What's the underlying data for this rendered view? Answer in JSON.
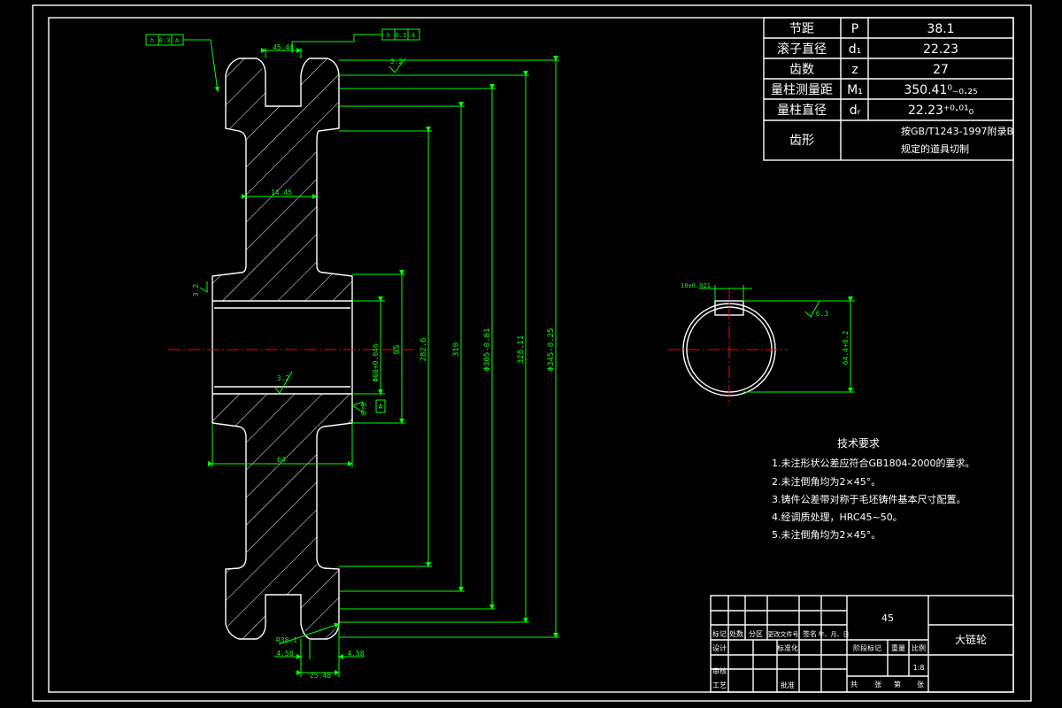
{
  "param_table": {
    "rows": [
      {
        "name": "节距",
        "symbol": "P",
        "value": "38.1"
      },
      {
        "name": "滚子直径",
        "symbol": "d₁",
        "value": "22.23"
      },
      {
        "name": "齿数",
        "symbol": "z",
        "value": "27"
      },
      {
        "name": "量柱测量距",
        "symbol": "M₁",
        "value": "350.41⁰₋₀.₂₅"
      },
      {
        "name": "量柱直径",
        "symbol": "dᵣ",
        "value": "22.23⁺⁰·⁰¹₀"
      },
      {
        "name": "齿形",
        "symbol": "",
        "value": "按GB/T1243-1997附录B",
        "value2": "规定的道具切制"
      }
    ]
  },
  "tech_requirements": {
    "title": "技术要求",
    "items": [
      "1.未注形状公差应符合GB1804-2000的要求。",
      "2.未注倒角均为2×45°。",
      "3.铸件公差带对称于毛坯铸件基本尺寸配置。",
      "4.经调质处理，HRC45~50。",
      "5.未注倒角均为2×45°。"
    ]
  },
  "title_block": {
    "material": "45",
    "part_name": "大链轮",
    "scale_label": "比例",
    "scale_value": "1:8",
    "weight_label": "重量",
    "stage_label": "阶段标记",
    "sheet_labels": [
      "共",
      "张",
      "第",
      "张"
    ],
    "row_labels": [
      "标记",
      "处数",
      "分区",
      "更改文件号",
      "签名",
      "年、月、日"
    ],
    "designer_label": "设计",
    "standardize_label": "标准化",
    "review_label": "审核",
    "process_label": "工艺",
    "approve_label": "批准"
  },
  "dimensions": {
    "top_width": "45.44",
    "web_width": "14.45",
    "hub_width": "64",
    "tooth_bottom": "25.48",
    "chamfer_left": "4.58",
    "chamfer_right": "4.58",
    "tooth_radius": "R38.1",
    "roughness_top": "3.2",
    "roughness_left": "3.2",
    "roughness_bore": "3.2",
    "roughness_hub": "6.3",
    "roughness_key": "6.3",
    "bore_dia": "Φ60+0.046",
    "hub_dia": "95",
    "d1": "282.6",
    "d2": "310",
    "d3": "Φ305-0.81",
    "d4": "328.11",
    "d5": "Φ345-0.25",
    "key_width": "18±0.021",
    "key_depth": "64.4+0.2",
    "tol_top_left": [
      "h",
      "0.3",
      "A"
    ],
    "tol_top_right": [
      "h",
      "0.3",
      "A"
    ],
    "datum": "A"
  },
  "colors": {
    "background": "#000000",
    "outline": "#ffffff",
    "dimension": "#00ff00",
    "centerline": "#ff0000"
  }
}
